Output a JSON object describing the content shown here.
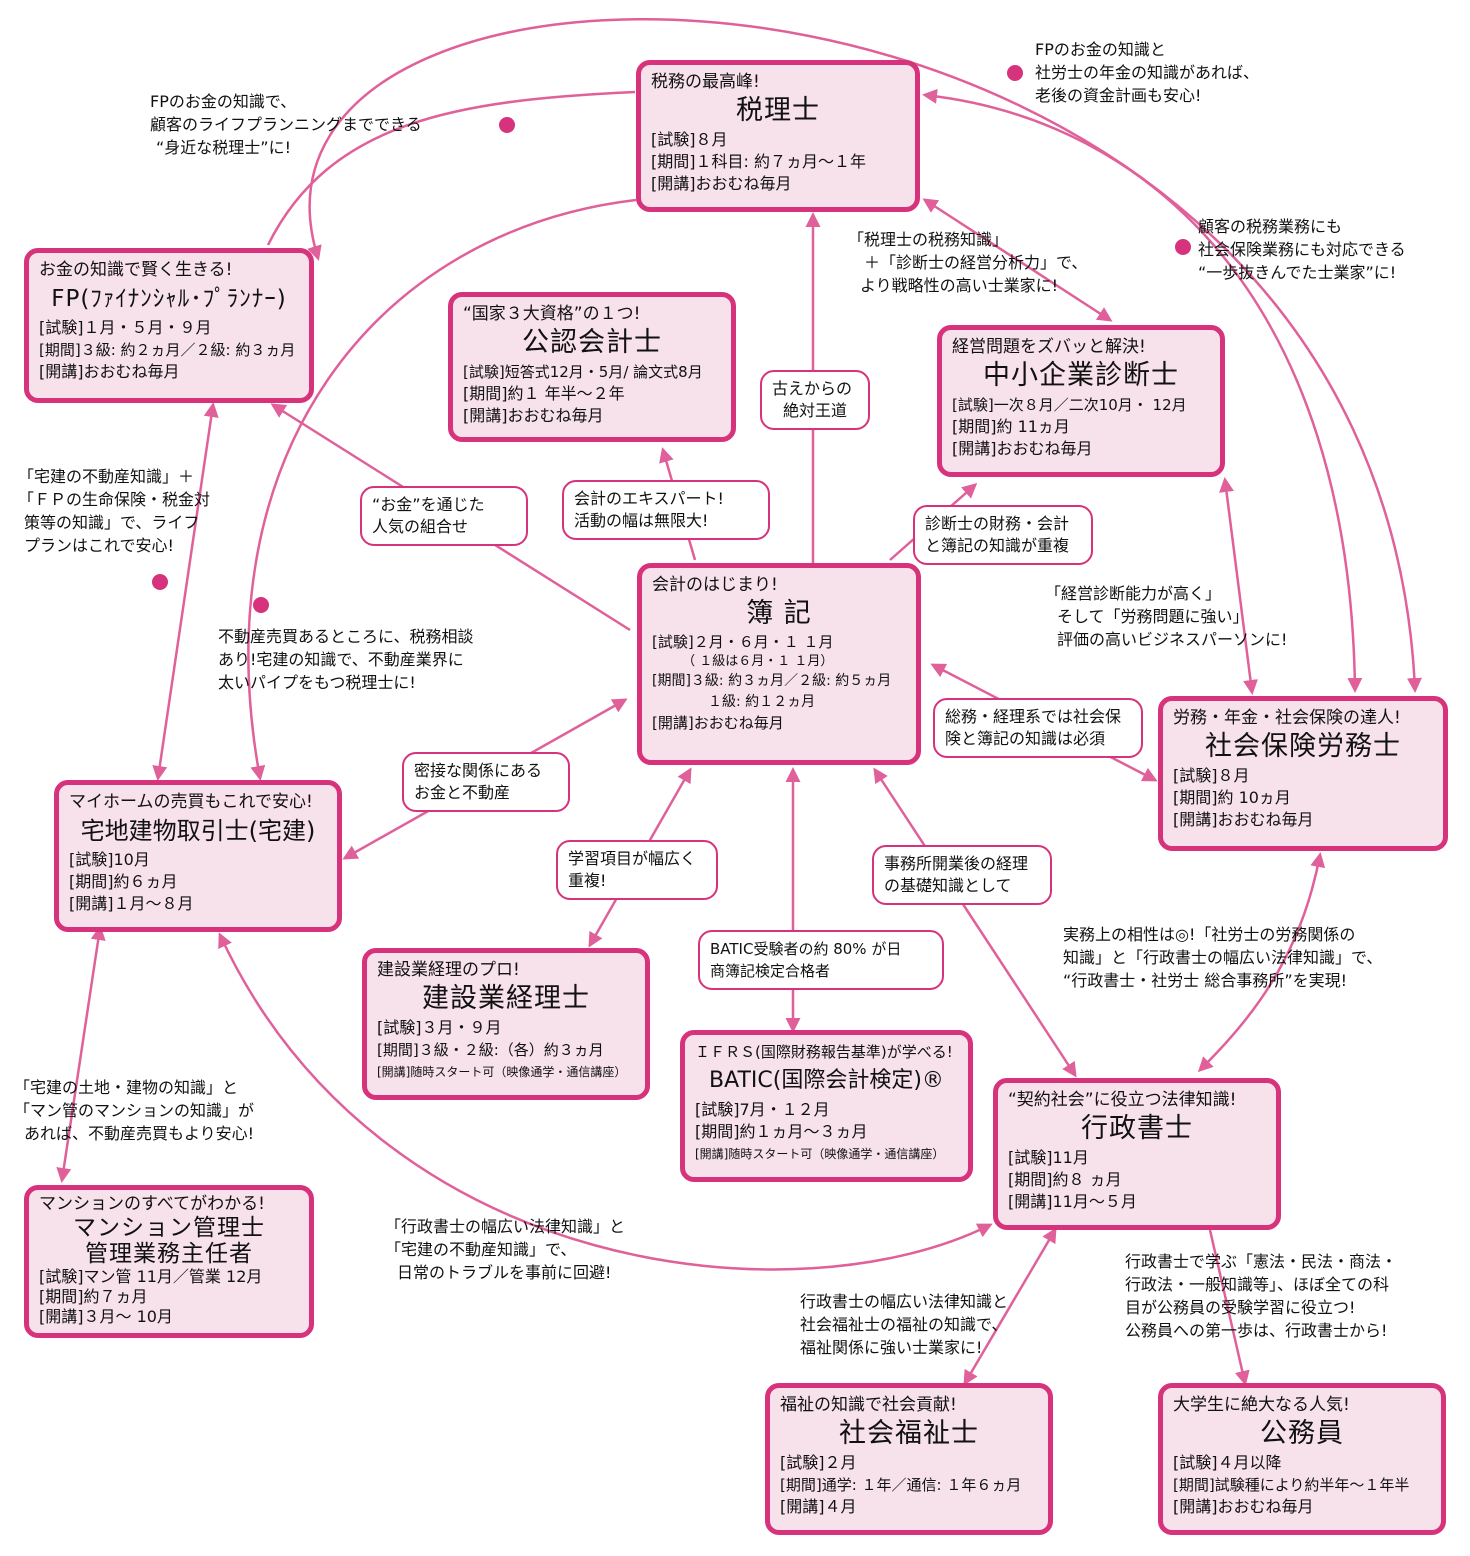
{
  "boxes": {
    "tax": {
      "sub": "税務の最高峰!",
      "name": "税理士",
      "details": [
        "[試験]８月",
        "[期間]１科目: 約７ヵ月～１年",
        "[開講]おおむね毎月"
      ]
    },
    "fp": {
      "sub": "お金の知識で賢く生きる!",
      "name": "FP(ﾌｧｲﾅﾝｼｬﾙ･ﾌﾟﾗﾝﾅｰ)",
      "details": [
        "[試験]１月・５月・９月",
        "[期間]３級: 約２ヵ月／２級: 約３ヵ月",
        "[開講]おおむね毎月"
      ]
    },
    "cpa": {
      "sub": "“国家３大資格”の１つ!",
      "name": "公認会計士",
      "details": [
        "[試験]短答式12月・5月/ 論文式8月",
        "[期間]約１ 年半～２年",
        "[開講]おおむね毎月"
      ]
    },
    "sme": {
      "sub": "経営問題をズバッと解決!",
      "name": "中小企業診断士",
      "details": [
        "[試験]一次８月／二次10月・ 12月",
        "[期間]約 11ヵ月",
        "[開講]おおむね毎月"
      ]
    },
    "boki": {
      "sub": "会計のはじまり!",
      "name": "簿 記",
      "details": [
        "[試験]２月・６月・１ １月",
        "　　 （ １級は６月・１ １月）",
        "[期間]３級: 約３ヵ月／２級: 約５ヵ月",
        "　　　　１級: 約１２ヵ月",
        "[開講]おおむね毎月"
      ]
    },
    "sharoushi": {
      "sub": "労務・年金・社会保険の達人!",
      "name": "社会保険労務士",
      "details": [
        "[試験]８月",
        "[期間]約 10ヵ月",
        "[開講]おおむね毎月"
      ]
    },
    "takken": {
      "sub": "マイホームの売買もこれで安心!",
      "name": "宅地建物取引士(宅建)",
      "details": [
        "[試験]10月",
        "[期間]約６ヵ月",
        "[開講]１月～８月"
      ]
    },
    "kensetsu": {
      "sub": "建設業経理のプロ!",
      "name": "建設業経理士",
      "details": [
        "[試験]３月・９月",
        "[期間]３級・２級:（各）約３ヵ月",
        "[開講]随時スタート可（映像通学・通信講座）"
      ]
    },
    "batic": {
      "sub": "ＩＦＲＳ(国際財務報告基準)が学べる!",
      "name": "BATIC(国際会計検定)®",
      "details": [
        "[試験]7月・１２月",
        "[期間]約１ヵ月～３ヵ月",
        "[開講]随時スタート可（映像通学・通信講座）"
      ]
    },
    "gyosei": {
      "sub": "“契約社会”に役立つ法律知識!",
      "name": "行政書士",
      "details": [
        "[試験]11月",
        "[期間]約８ ヵ月",
        "[開講]11月～５月"
      ]
    },
    "mansion": {
      "sub": "マンションのすべてがわかる!",
      "name": "マンション管理士",
      "name2": "管理業務主任者",
      "details": [
        "[試験]マン管 11月／管業 12月",
        "[期間]約７ヵ月",
        "[開講]３月～ 10月"
      ]
    },
    "fukushi": {
      "sub": "福祉の知識で社会貢献!",
      "name": "社会福祉士",
      "details": [
        "[試験]２月",
        "[期間]通学: １年／通信: １年６ヵ月",
        "[開講]４月"
      ]
    },
    "komuin": {
      "sub": "大学生に絶大なる人気!",
      "name": "公務員",
      "details": [
        "[試験]４月以降",
        "[期間]試験種により約半年～１年半",
        "[開講]おおむね毎月"
      ]
    }
  },
  "bubbles": {
    "kodai": [
      "古えからの",
      "絶対王道"
    ],
    "okane": [
      "“お金”を通じた",
      "人気の組合せ"
    ],
    "kaikei": [
      "会計のエキスパート!",
      "活動の幅は無限大!"
    ],
    "shindan": [
      "診断士の財務・会計",
      "と簿記の知識が重複"
    ],
    "soumu": [
      "総務・経理系では社会保",
      "険と簿記の知識は必須"
    ],
    "mitsusetsu": [
      "密接な関係にある",
      "お金と不動産"
    ],
    "gakushu": [
      "学習項目が幅広く",
      "重複!"
    ],
    "jimusho": [
      "事務所開業後の経理",
      "の基礎知識として"
    ],
    "batic_note": [
      "BATIC受験者の約 80% が日",
      "商簿記検定合格者"
    ]
  },
  "notes": {
    "fp_tax": [
      "FPのお金の知識で、",
      "顧客のライフプランニングまでできる",
      "“身近な税理士”に!"
    ],
    "fp_sharo": [
      "FPのお金の知識と",
      "社労士の年金の知識があれば、",
      "老後の資金計画も安心!"
    ],
    "tax_sme": [
      "「税理士の税務知識」",
      "　＋「診断士の経営分析力」で、",
      "より戦略性の高い士業家に!"
    ],
    "tax_sharo": [
      "顧客の税務業務にも",
      "社会保険業務にも対応できる",
      "“一歩抜きんでた士業家”に!"
    ],
    "takken_fp": [
      "「宅建の不動産知識」＋",
      "「ＦＰの生命保険・税金対",
      "策等の知識」で、ライフ",
      "プランはこれで安心!"
    ],
    "takken_tax": [
      "不動産売買あるところに、税務相談",
      "あり!宅建の知識で、不動産業界に",
      "太いパイプをもつ税理士に!"
    ],
    "sme_sharo": [
      "「経営診断能力が高く」",
      "そして「労務問題に強い」",
      "評価の高いビジネスパーソンに!"
    ],
    "sharo_gyosei": [
      "実務上の相性は◎!「社労士の労務関係の",
      "知識」と「行政書士の幅広い法律知識」で、",
      "“行政書士・社労士 総合事務所”を実現!"
    ],
    "takken_mansion": [
      "「宅建の土地・建物の知識」と",
      "「マン管のマンションの知識」が",
      "あれば、不動産売買もより安心!"
    ],
    "gyosei_takken": [
      "「行政書士の幅広い法律知識」と",
      "「宅建の不動産知識」で、",
      "日常のトラブルを事前に回避!"
    ],
    "gyosei_fukushi": [
      "行政書士の幅広い法律知識と",
      "社会福祉士の福祉の知識で、",
      "福祉関係に強い士業家に!"
    ],
    "gyosei_komuin": [
      "行政書士で学ぶ「憲法・民法・商法・",
      "行政法・一般知識等」、ほぼ全ての科",
      "目が公務員の受験学習に役立つ!",
      "公務員への第一歩は、行政書士から!"
    ]
  },
  "colors": {
    "accent": "#d6337c",
    "line": "#e0609a",
    "fill": "#f7e1ea"
  }
}
